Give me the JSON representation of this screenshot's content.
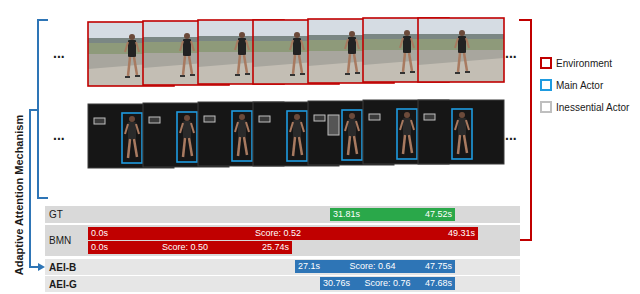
{
  "diagram": {
    "nodes": [
      {
        "text": [
          "GT"
        ]
      },
      {
        "text": [
          "31.81s",
          "47.52s"
        ],
        "in": 0
      },
      {
        "text": [
          "BMN"
        ]
      },
      {
        "text": [
          "0.0s",
          "Score: 0.52",
          "49.31s"
        ],
        "in": 2
      },
      {
        "text": [
          "0.0s",
          "Score: 0.50",
          "25.74s"
        ],
        "in": 2
      },
      {
        "text": [
          "AEI-B"
        ]
      },
      {
        "text": [
          "27.1s",
          "Score: 0.64",
          "47.75s"
        ],
        "in": 5
      },
      {
        "text": [
          "AEI-G"
        ]
      },
      {
        "text": [
          "30.76s",
          "Score: 0.76",
          "47.68s"
        ],
        "in": 7
      }
    ],
    "labels": [
      "...",
      "...",
      "...",
      "...",
      "Adaptive Attention Mechanism"
    ],
    "legend": [
      {
        "text": "Environment",
        "color": "#c00000"
      },
      {
        "text": "Main Actor",
        "color": "#1e9be0"
      },
      {
        "text": "Inessential Actor",
        "color": "#bfbfbf"
      }
    ]
  }
}
